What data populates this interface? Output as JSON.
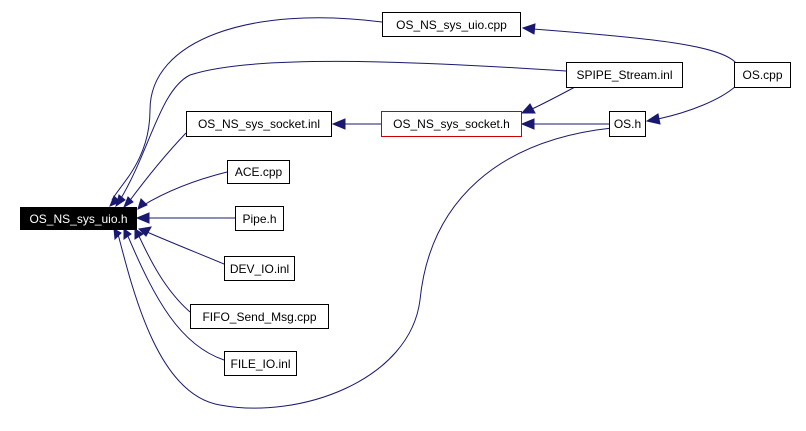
{
  "nodes": {
    "os_ns_sys_uio_h": "OS_NS_sys_uio.h",
    "os_ns_sys_uio_cpp": "OS_NS_sys_uio.cpp",
    "spipe_stream_inl": "SPIPE_Stream.inl",
    "os_cpp": "OS.cpp",
    "os_ns_sys_socket_inl": "OS_NS_sys_socket.inl",
    "os_ns_sys_socket_h": "OS_NS_sys_socket.h",
    "os_h": "OS.h",
    "ace_cpp": "ACE.cpp",
    "pipe_h": "Pipe.h",
    "dev_io_inl": "DEV_IO.inl",
    "fifo_send_msg_cpp": "FIFO_Send_Msg.cpp",
    "file_io_inl": "FILE_IO.inl"
  },
  "colors": {
    "edge": "#191970",
    "root_fill": "#000000",
    "root_text": "#ffffff",
    "highlight_border": "#cc0000"
  }
}
